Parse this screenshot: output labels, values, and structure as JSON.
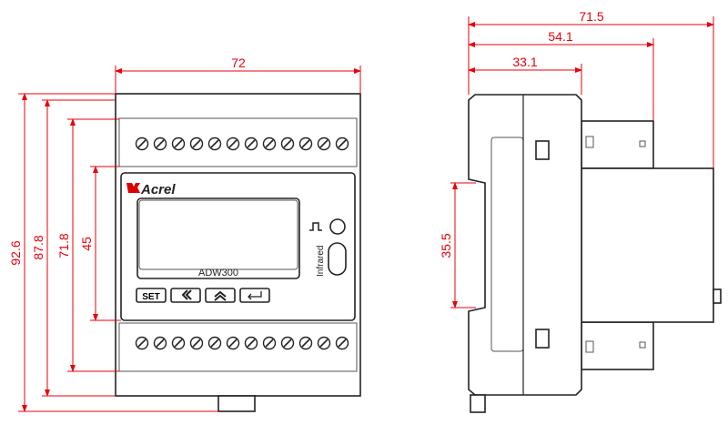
{
  "front_view": {
    "brand": "Acrel",
    "model": "ADW300",
    "infrared_label": "Infrared",
    "buttons": [
      {
        "name": "set",
        "label": "SET"
      },
      {
        "name": "left",
        "icon": "double-chevron-left-icon"
      },
      {
        "name": "up",
        "icon": "double-chevron-up-icon"
      },
      {
        "name": "enter",
        "icon": "enter-arrow-icon"
      }
    ],
    "dimensions": {
      "width": "72",
      "height_total": "92.6",
      "height_body": "87.8",
      "height_terminals": "71.8",
      "height_panel": "45"
    }
  },
  "side_view": {
    "dimensions": {
      "depth_total": "71.5",
      "depth_terminal": "54.1",
      "depth_front": "33.1",
      "din_rail": "35.5"
    }
  },
  "colors": {
    "dimension": "#e8000b",
    "outline": "#222222"
  }
}
